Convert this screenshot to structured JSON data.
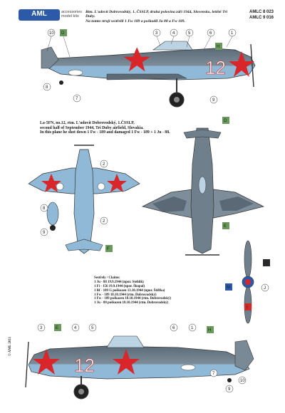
{
  "brand": {
    "logo_text": "AML",
    "tagline_1": "accessories",
    "tagline_2": "model kits"
  },
  "header": {
    "pilot_text_line1": "Rtm. L'udovít Dobrovodský, 1. ČSSLP, druhá polovina září 1944, Slovensko, letiště Tri Duby.",
    "pilot_text_line2": "Na tomto stroji sestřelil 1 Fw 189 a poškodil Ju 88 a Fw 189.",
    "code_1": "AMLC 8 023",
    "code_2": "AMLC 9 016"
  },
  "caption": {
    "line1": "La-5FN, no.12, rtm. L'udovít Dobrovodský, 1.ČSSLP,",
    "line2": "second half of September 1944, Tri Duby airfield, Slovakia.",
    "line3": "In this plane he shot down 1 Fw - 189 and damaged 1 Fw - 189 + 1 Ju - 88."
  },
  "victories": {
    "title": "Sestřely / Claims:",
    "items": [
      "1 Ju - 88 19.9.1944 (npor. Stehlík)",
      "1 Fi - 156 19.9.1944 (npor. Škopal)",
      "1 Bf - 109 G poškozen 13.10.1944 (npor. Štiffka)",
      "1 Fw - 189 18.10.1944 (rtm. Dobrovodský)",
      "1 Fw - 189 poškozen 18.10.1944 (rtm. Dobrovodský)",
      "1 Ju - 88 poškozen 18.10.1944 (rtm. Dobrovodský)"
    ]
  },
  "copyright": "© AML 2011",
  "aircraft": {
    "fuselage_number": "12"
  },
  "callouts": {
    "top_left": [
      "10",
      "D",
      "3",
      "4",
      "5",
      "6",
      "1"
    ],
    "top_right": [
      "H"
    ],
    "top_bottom": [
      "8",
      "7",
      "9"
    ],
    "mid": [
      "D",
      "E",
      "2",
      "8",
      "9",
      "F",
      "2"
    ],
    "propeller": [
      "B",
      "M",
      "J",
      "I"
    ],
    "bottom_top": [
      "3",
      "E",
      "4",
      "5",
      "H",
      "6",
      "1"
    ],
    "bottom_low": [
      "7",
      "9",
      "10"
    ]
  },
  "colors": {
    "upper_grey": "#6f7f8c",
    "dark_grey": "#4d5a66",
    "light_blue": "#8fb9d6",
    "red_star": "#d8262b",
    "marker_blue": "#2c5aa8",
    "marker_green": "#6a9a5b",
    "marker_red": "#d12a2a",
    "marker_dark": "#2b2b2b"
  }
}
